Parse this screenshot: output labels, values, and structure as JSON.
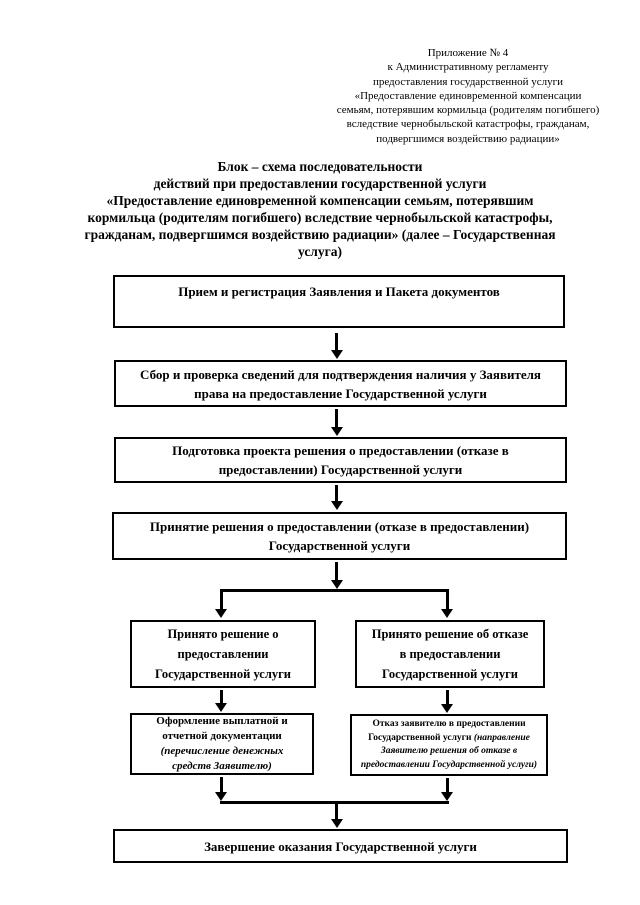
{
  "colors": {
    "ink": "#000000",
    "paper": "#ffffff"
  },
  "header": {
    "text": "Приложение № 4\nк Административному регламенту\nпредоставления государственной услуги\n«Предоставление единовременной компенсации\nсемьям, потерявшим кормильца (родителям погибшего)\nвследствие чернобыльской катастрофы, гражданам,\nподвергшимся воздействию радиации»"
  },
  "title": {
    "text": "Блок – схема последовательности\nдействий при предоставлении государственной услуги\n«Предоставление единовременной компенсации семьям, потерявшим\nкормильца (родителям погибшего) вследствие чернобыльской катастрофы,\nгражданам, подвергшимся воздействию радиации» (далее – Государственная\nуслуга)"
  },
  "flowchart": {
    "box1": "Прием и регистрация Заявления и Пакета документов",
    "box2": "Сбор и проверка сведений для подтверждения наличия у Заявителя\nправа на предоставление Государственной услуги",
    "box3": "Подготовка проекта решения о предоставлении (отказе в\nпредоставлении) Государственной услуги",
    "box4": "Принятие решения о предоставлении (отказе в предоставлении)\nГосударственной услуги",
    "branch_left": "Принято решение о\nпредоставлении\nГосударственной услуги",
    "branch_right": "Принято решение об отказе\nв предоставлении\nГосударственной услуги",
    "outcome_left_main": "Оформление выплатной и\nотчетной документации",
    "outcome_left_note": "(перечисление денежных\nсредств Заявителю)",
    "outcome_right_main": "Отказ заявителю в предоставлении Государственной услуги",
    "outcome_right_note": "(направление Заявителю решения об отказе в предоставлении Государственной услуги)",
    "final_box": "Завершение оказания Государственной услуги"
  }
}
